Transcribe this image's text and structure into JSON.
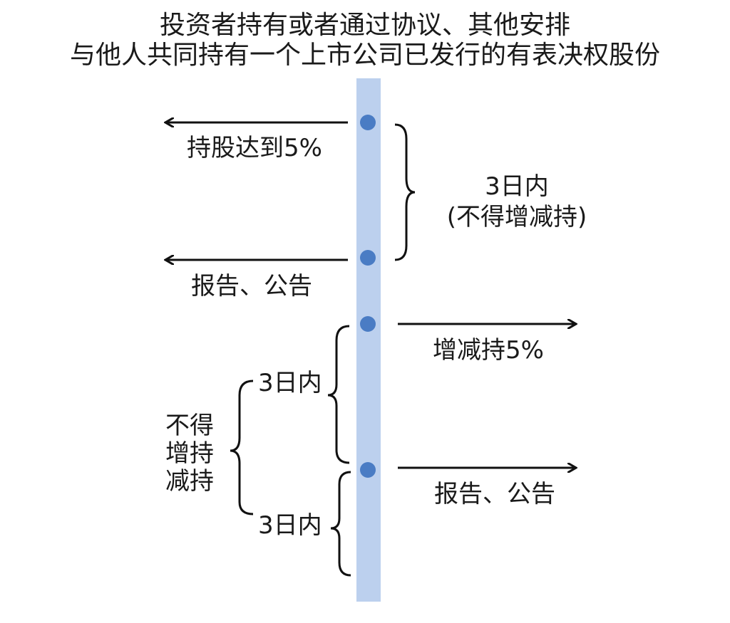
{
  "title": {
    "line1": "投资者持有或者通过协议、其他安排",
    "line2": "与他人共同持有一个上市公司已发行的有表决权股份"
  },
  "events": [
    {
      "label": "持股达到5%"
    },
    {
      "label": "报告、公告"
    },
    {
      "label": "增减持5%"
    },
    {
      "label": "报告、公告"
    }
  ],
  "brackets": {
    "first": {
      "line1": "3日内",
      "line2": "(不得增减持)"
    },
    "second_a": "3日内",
    "second_b": "3日内",
    "outer": {
      "line1": "不得",
      "line2": "增持",
      "line3": "减持"
    }
  },
  "colors": {
    "timeline": "#bcd0ee",
    "dot": "#4a7cc4",
    "line": "#111111"
  }
}
